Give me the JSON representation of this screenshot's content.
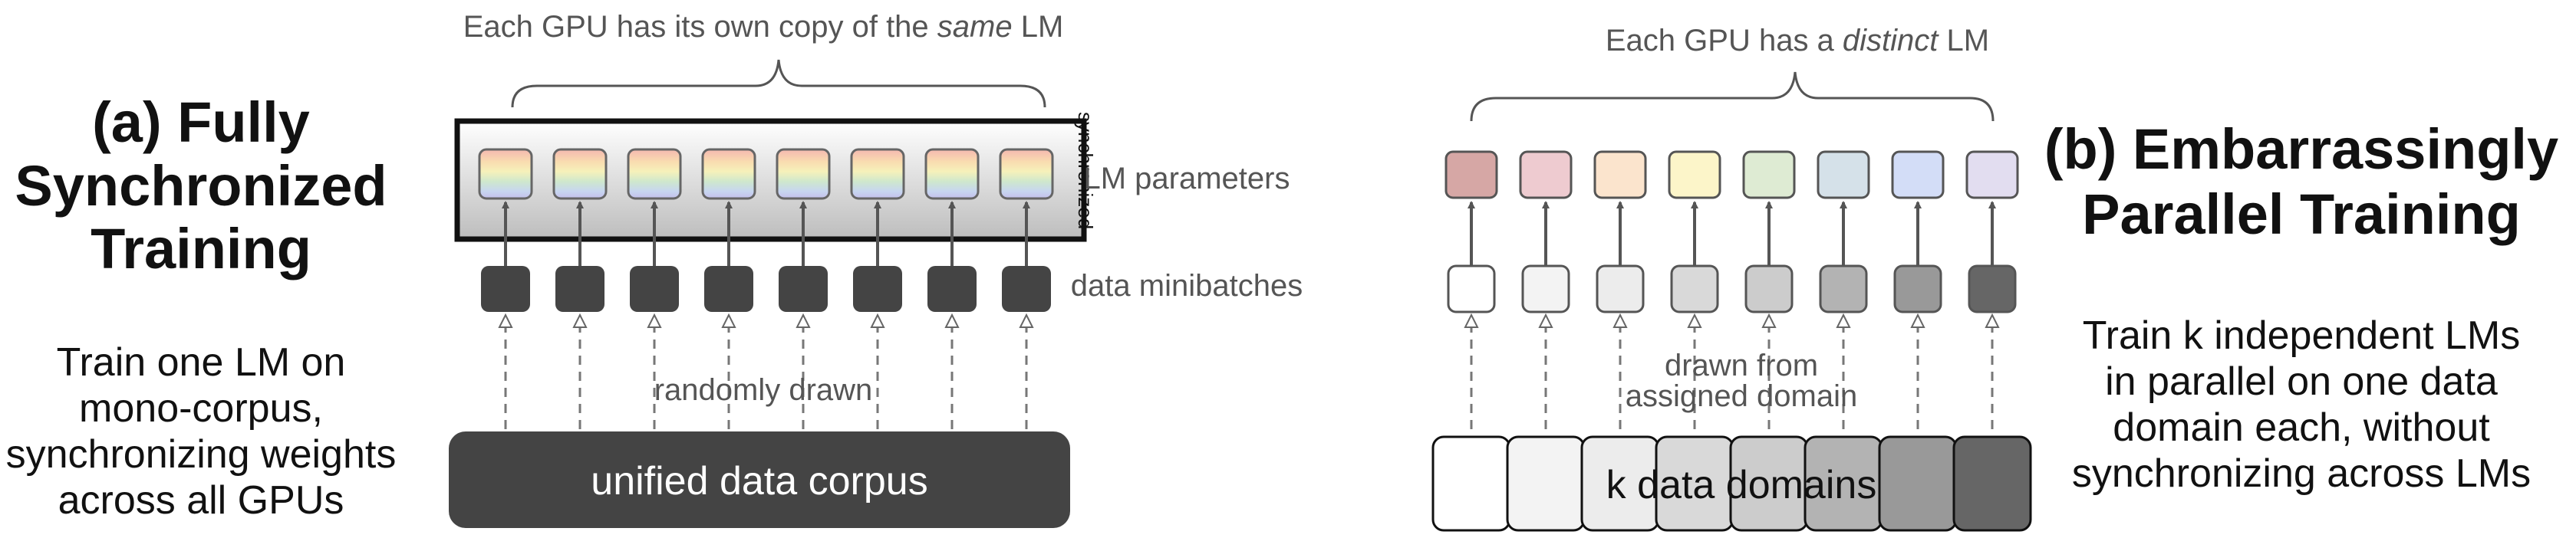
{
  "left_panel": {
    "title_lines": [
      "(a) Fully",
      "Synchronized",
      "Training"
    ],
    "description_lines": [
      "Train one LM on",
      "mono-corpus,",
      "synchronizing weights",
      "across all GPUs"
    ],
    "brace_caption": {
      "before": "Each GPU has its own copy of the ",
      "emph": "same",
      "after": " LM"
    },
    "synchronized_label": "synchronized",
    "arrow_label": "randomly drawn",
    "corpus_label": "unified data corpus",
    "gpu_count": 8
  },
  "middle_labels": {
    "parameters": "LM parameters",
    "minibatches": "data minibatches"
  },
  "right_panel": {
    "title_lines": [
      "(b) Embarrassingly",
      "Parallel Training"
    ],
    "description_lines": [
      "Train k independent LMs",
      "in parallel on one data",
      "domain each, without",
      "synchronizing across LMs"
    ],
    "brace_caption": {
      "before": "Each GPU has a ",
      "emph": "distinct",
      "after": " LM"
    },
    "arrow_label_lines": [
      "drawn from",
      "assigned domain"
    ],
    "domains_label": "k data domains",
    "lm_colors": [
      "#d6a7a5",
      "#eecbd0",
      "#fbe4cd",
      "#fcf5c9",
      "#deebd3",
      "#d5e1e9",
      "#d3ddf7",
      "#e2ddf0"
    ],
    "minibatch_colors": [
      "#ffffff",
      "#f3f3f3",
      "#ececec",
      "#d9d9d9",
      "#cccccc",
      "#b3b3b3",
      "#999999",
      "#666666"
    ],
    "domain_colors": [
      "#ffffff",
      "#f3f3f3",
      "#ececec",
      "#d9d9d9",
      "#cccccc",
      "#b3b3b3",
      "#999999",
      "#666666"
    ]
  }
}
